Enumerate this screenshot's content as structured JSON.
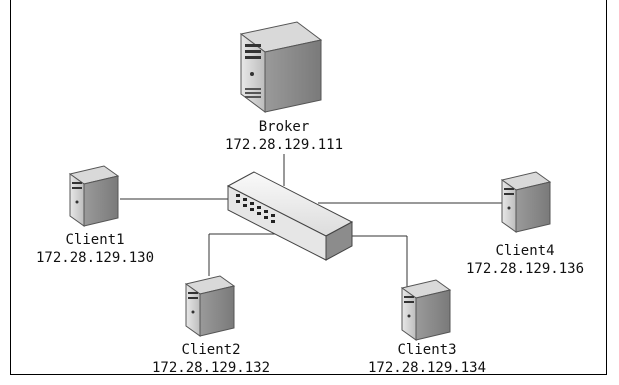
{
  "diagram": {
    "broker": {
      "name": "Broker",
      "ip": "172.28.129.111"
    },
    "clients": [
      {
        "name": "Client1",
        "ip": "172.28.129.130"
      },
      {
        "name": "Client2",
        "ip": "172.28.129.132"
      },
      {
        "name": "Client3",
        "ip": "172.28.129.134"
      },
      {
        "name": "Client4",
        "ip": "172.28.129.136"
      }
    ],
    "switch_icon": "network-switch-icon",
    "server_icon": "server-tower-icon",
    "client_icon": "pc-tower-icon"
  }
}
